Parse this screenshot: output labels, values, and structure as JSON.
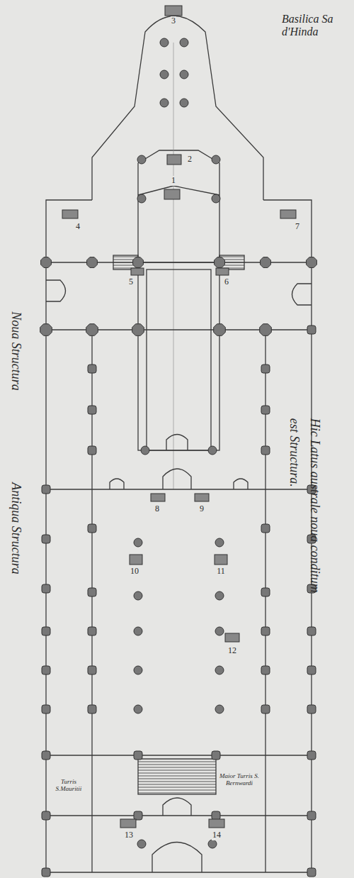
{
  "diagram": {
    "title": "Basilica Sa d'Hinda",
    "labels": [
      "3",
      "2",
      "1",
      "4",
      "7",
      "5",
      "6",
      "8",
      "9",
      "10",
      "11",
      "12",
      "13",
      "14",
      "Noua Structura",
      "Antiqua Structura",
      "Hic Latus australe noua conditum est Structura.",
      "Turris S.Mauritii",
      "Maior Turris S. Bernwardi"
    ]
  }
}
